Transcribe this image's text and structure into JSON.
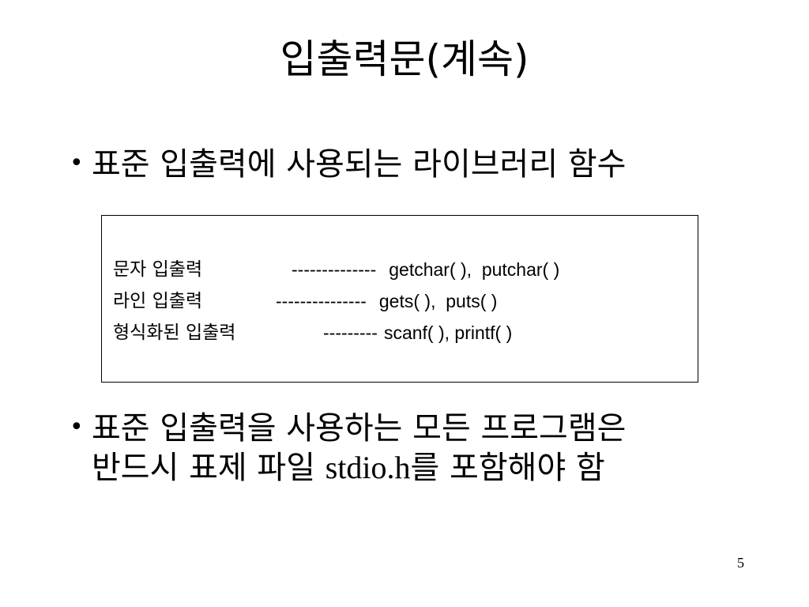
{
  "slide": {
    "title": "입출력문(계속)",
    "bullets": {
      "first": "표준 입출력에 사용되는 라이브러리 함수",
      "second_line1": "표준 입출력을 사용하는 모든 프로그램은",
      "second_line2_before": "반드시 표제 파일 ",
      "second_line2_code": "stdio.h",
      "second_line2_after": "를 포함해야 함"
    },
    "bullet_symbol": "•",
    "io_table": [
      {
        "label": "문자 입출력",
        "dashes": "--------------",
        "functions": "getchar( ),  putchar( )"
      },
      {
        "label": "라인 입출력",
        "dashes": "---------------",
        "functions": "gets( ),  puts( )"
      },
      {
        "label": "형식화된 입출력",
        "dashes": "---------",
        "functions": "scanf( ), printf( )"
      }
    ],
    "page_number": "5"
  }
}
